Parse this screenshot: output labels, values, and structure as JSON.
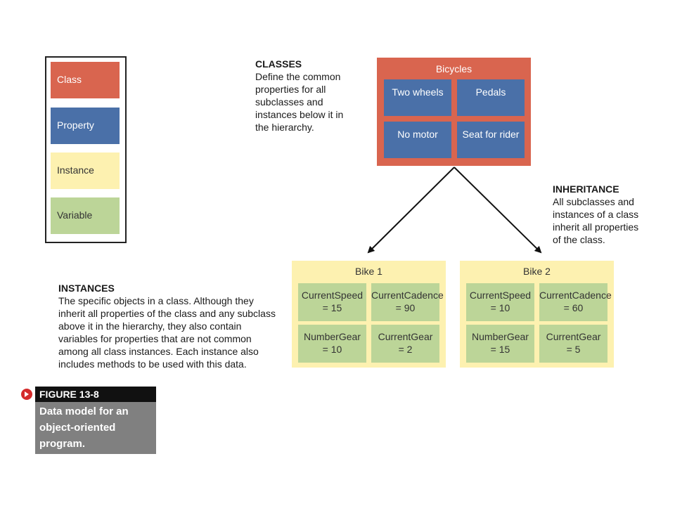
{
  "legend": {
    "class_label": "Class",
    "property_label": "Property",
    "instance_label": "Instance",
    "variable_label": "Variable"
  },
  "classes_note": {
    "heading": "CLASSES",
    "lines": [
      "Define the common",
      "properties for all",
      "subclasses and",
      "instances below it in",
      "the hierarchy."
    ]
  },
  "class_box": {
    "title": "Bicycles",
    "properties": [
      "Two wheels",
      "Pedals",
      "No motor",
      "Seat for rider"
    ]
  },
  "inheritance_note": {
    "heading": "INHERITANCE",
    "lines": [
      "All subclasses and",
      "instances of a class",
      "inherit all properties",
      "of the class."
    ]
  },
  "instances_note": {
    "heading": "INSTANCES",
    "lines": [
      "The specific objects in a class. Although they",
      "inherit all properties of the class and any subclass",
      "above it in the hierarchy, they also contain",
      "variables for properties that are not common",
      "among all class instances. Each instance also",
      "includes methods to be used with this data."
    ]
  },
  "bike1": {
    "title": "Bike 1",
    "vars": [
      {
        "name": "CurrentSpeed",
        "value": "= 15"
      },
      {
        "name": "CurrentCadence",
        "value": "= 90"
      },
      {
        "name": "NumberGear",
        "value": "= 10"
      },
      {
        "name": "CurrentGear",
        "value": "= 2"
      }
    ]
  },
  "bike2": {
    "title": "Bike 2",
    "vars": [
      {
        "name": "CurrentSpeed",
        "value": "= 10"
      },
      {
        "name": "CurrentCadence",
        "value": "= 60"
      },
      {
        "name": "NumberGear",
        "value": "= 15"
      },
      {
        "name": "CurrentGear",
        "value": "= 5"
      }
    ]
  },
  "figure": {
    "label": "FIGURE 13-8",
    "caption_lines": [
      "Data model for an",
      "object-oriented",
      "program."
    ]
  },
  "colors": {
    "class": "#d9654f",
    "property": "#4a70a8",
    "instance": "#fdf1b0",
    "variable": "#bcd598"
  }
}
